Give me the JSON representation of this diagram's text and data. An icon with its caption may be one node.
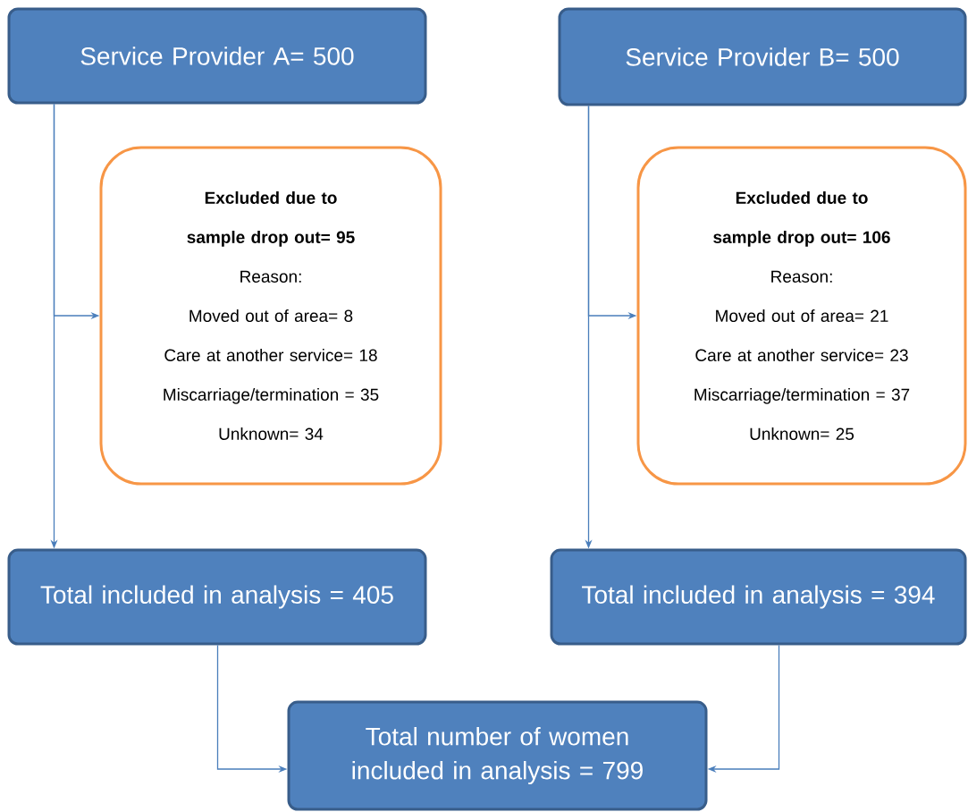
{
  "diagram": {
    "nodes": [
      {
        "text": [
          "Service Provider A= 500"
        ]
      },
      {
        "text": [
          "Service Provider B= 500"
        ]
      },
      {
        "text": [
          "Excluded due to sample drop out= 95",
          "Reason:",
          "Moved out of area= 8",
          "Care at another service= 18",
          "Miscarriage/termination = 35",
          "Unknown= 34"
        ]
      },
      {
        "text": [
          "Excluded due to sample drop out= 106",
          "Reason:",
          "Moved out of area= 21",
          "Care at another service= 23",
          "Miscarriage/termination = 37",
          "Unknown= 25"
        ]
      },
      {
        "text": [
          "Total included in analysis = 405"
        ]
      },
      {
        "text": [
          "Total included in analysis = 394"
        ]
      },
      {
        "text": [
          "Total number of women included in analysis = 799"
        ]
      }
    ],
    "edges": [
      {
        "from": 0,
        "to": 2,
        "arrow": "to"
      },
      {
        "from": 0,
        "to": 4,
        "arrow": "to"
      },
      {
        "from": 1,
        "to": 3,
        "arrow": "to"
      },
      {
        "from": 1,
        "to": 5,
        "arrow": "to"
      },
      {
        "from": 4,
        "to": 6,
        "arrow": "to"
      },
      {
        "from": 5,
        "to": 6,
        "arrow": "to"
      }
    ]
  }
}
